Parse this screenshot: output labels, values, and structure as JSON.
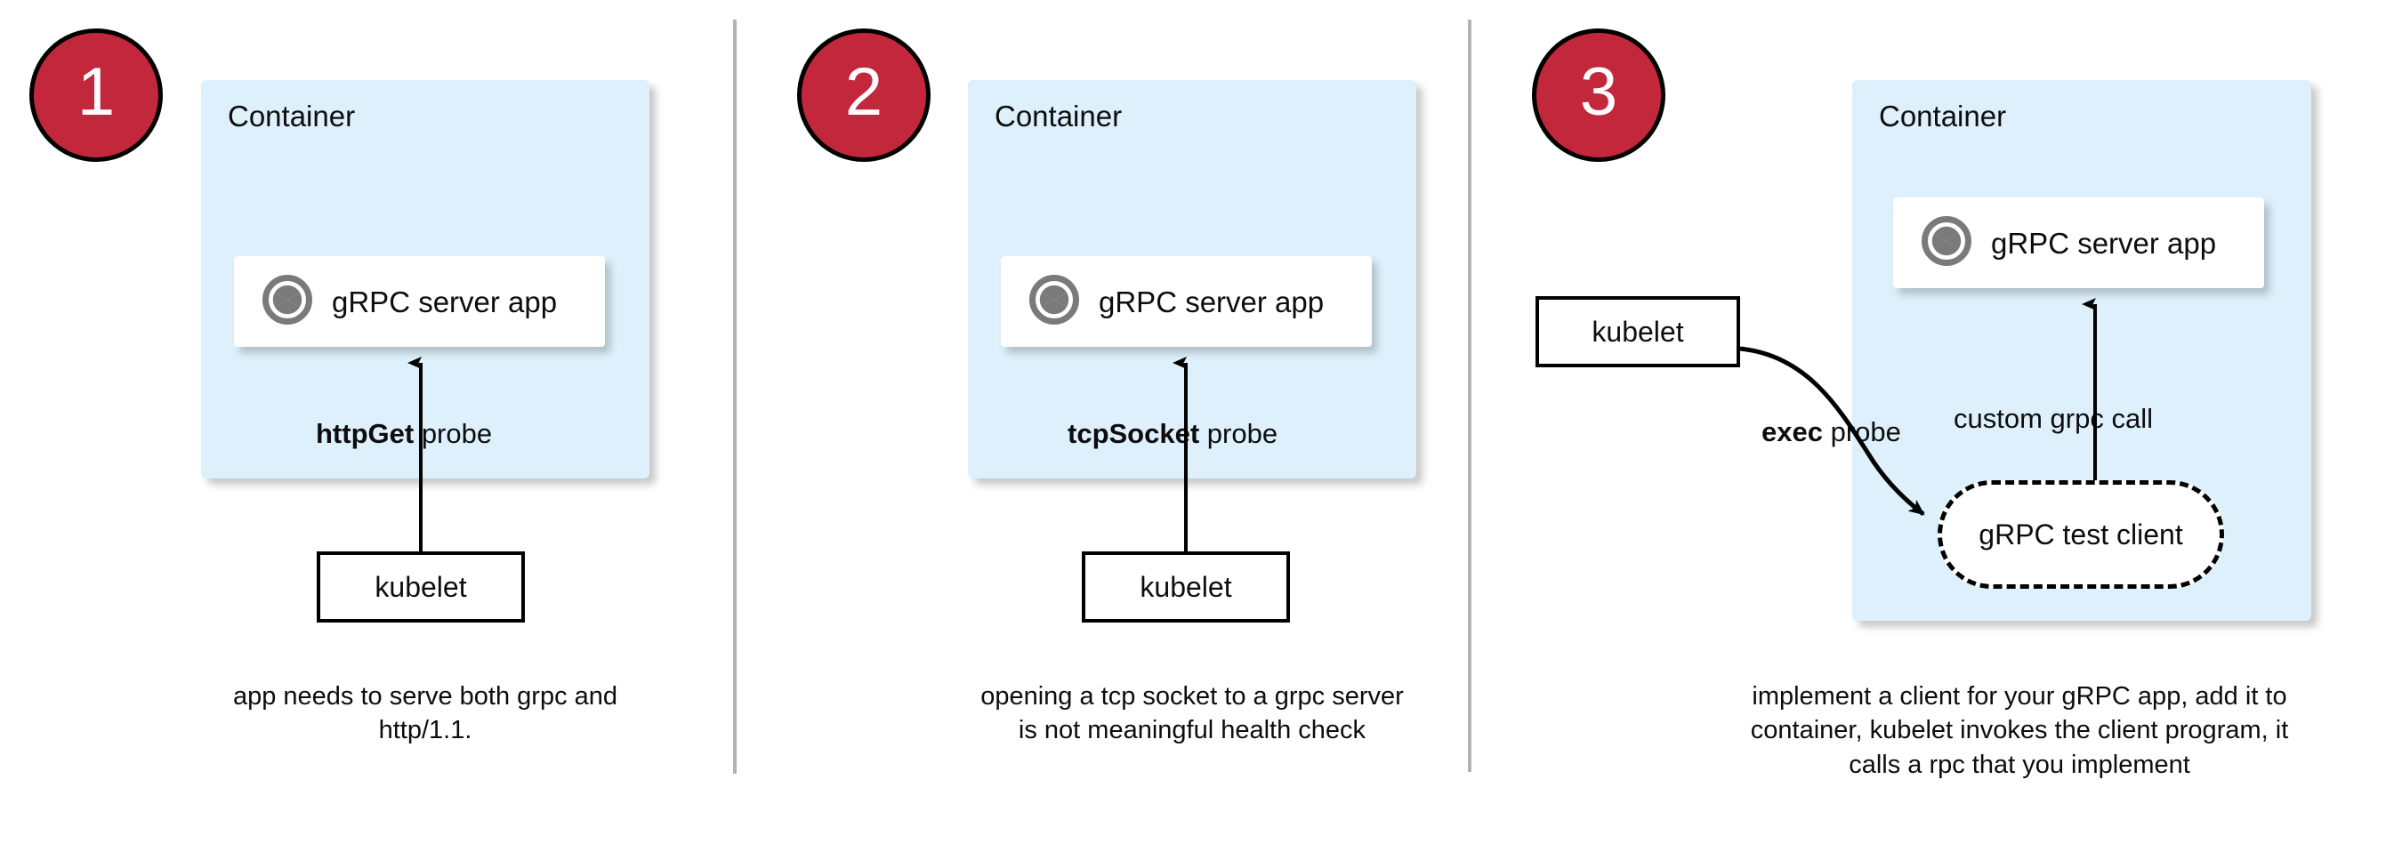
{
  "diagram": {
    "title": "Kubernetes gRPC health probe approaches",
    "colors": {
      "badge_fill": "#c3273c",
      "badge_stroke": "#000000",
      "badge_text": "#ffffff",
      "container_fill": "#ddf0fb",
      "card_fill": "#ffffff",
      "stroke": "#000000",
      "divider": "#b3b3b3",
      "icon_gray": "#7a7a7a"
    },
    "panels": [
      {
        "number": "1",
        "container_label": "Container",
        "app_label": "gRPC server app",
        "app_icon": "grpc-aperture-icon",
        "kubelet_label": "kubelet",
        "edge_label_bold": "httpGet",
        "edge_label_rest": " probe",
        "caption": "app needs to serve both grpc and http/1.1."
      },
      {
        "number": "2",
        "container_label": "Container",
        "app_label": "gRPC server app",
        "app_icon": "grpc-aperture-icon",
        "kubelet_label": "kubelet",
        "edge_label_bold": "tcpSocket",
        "edge_label_rest": " probe",
        "caption": "opening a tcp socket to a grpc server is not meaningful health check"
      },
      {
        "number": "3",
        "container_label": "Container",
        "app_label": "gRPC server app",
        "app_icon": "grpc-aperture-icon",
        "kubelet_label": "kubelet",
        "edge_label_bold": "exec",
        "edge_label_rest": " probe",
        "inner_edge_label": "custom grpc call",
        "test_client_label": "gRPC test client",
        "caption": "implement a client for your gRPC app, add it to container, kubelet invokes the client program, it calls a rpc that you implement"
      }
    ]
  }
}
